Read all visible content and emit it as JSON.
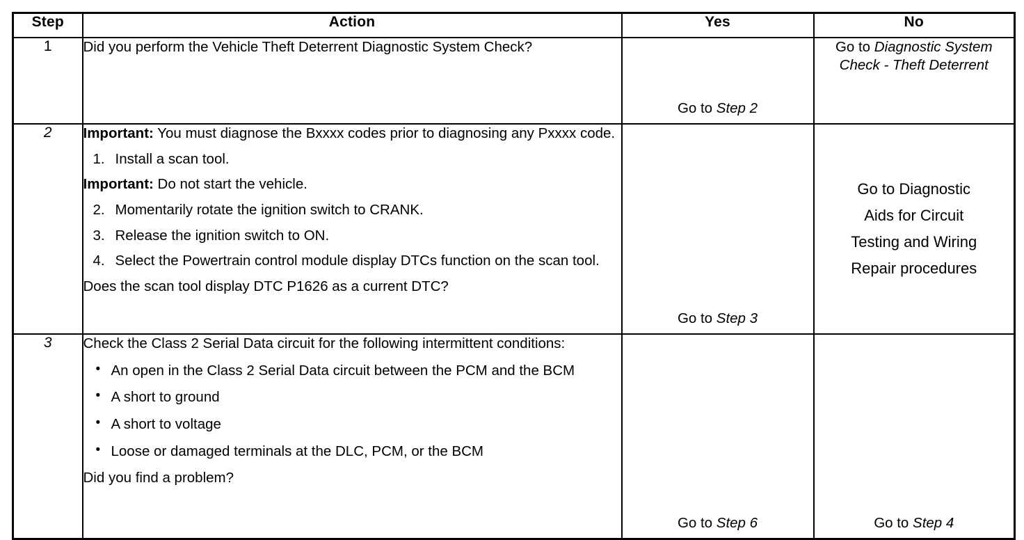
{
  "table": {
    "columns": [
      {
        "key": "step",
        "label": "Step"
      },
      {
        "key": "action",
        "label": "Action"
      },
      {
        "key": "yes",
        "label": "Yes"
      },
      {
        "key": "no",
        "label": "No"
      }
    ],
    "rows": [
      {
        "step": "1",
        "action": {
          "question": "Did you perform the Vehicle Theft Deterrent Diagnostic System Check?"
        },
        "yes": {
          "bottom_prefix": "Go to ",
          "bottom_ref": "Step 2"
        },
        "no": {
          "prefix": "Go to ",
          "ref": "Diagnostic System Check - Theft Deterrent"
        }
      },
      {
        "step": "2",
        "action": {
          "important1_label": "Important:",
          "important1_text": " You must diagnose the Bxxxx codes prior to diagnosing any Pxxxx code.",
          "list": [
            {
              "marker": "1.",
              "text": "Install a scan tool."
            }
          ],
          "important2_label": "Important:",
          "important2_text": " Do not start the vehicle.",
          "list2": [
            {
              "marker": "2.",
              "text": "Momentarily rotate the ignition switch to CRANK."
            },
            {
              "marker": "3.",
              "text": "Release the ignition switch to ON."
            },
            {
              "marker": "4.",
              "text": "Select the Powertrain control module display DTCs function on the scan tool."
            }
          ],
          "question": "Does the scan tool display DTC P1626 as a current DTC?"
        },
        "yes": {
          "bottom_prefix": "Go to ",
          "bottom_ref": "Step 3"
        },
        "no": {
          "lines": [
            "Go to Diagnostic",
            "Aids for Circuit",
            "Testing and Wiring",
            "Repair procedures"
          ]
        }
      },
      {
        "step": "3",
        "action": {
          "lead_in": "Check the Class 2 Serial Data circuit for the following intermittent conditions:",
          "bullets": [
            "An open in the Class 2 Serial Data circuit between the PCM and the BCM",
            "A short to ground",
            "A short to voltage",
            "Loose or damaged terminals at the DLC, PCM, or the BCM"
          ],
          "question": "Did you find a problem?"
        },
        "yes": {
          "bottom_prefix": "Go to ",
          "bottom_ref": "Step 6"
        },
        "no": {
          "bottom_prefix": "Go to ",
          "bottom_ref": "Step 4"
        }
      }
    ]
  }
}
